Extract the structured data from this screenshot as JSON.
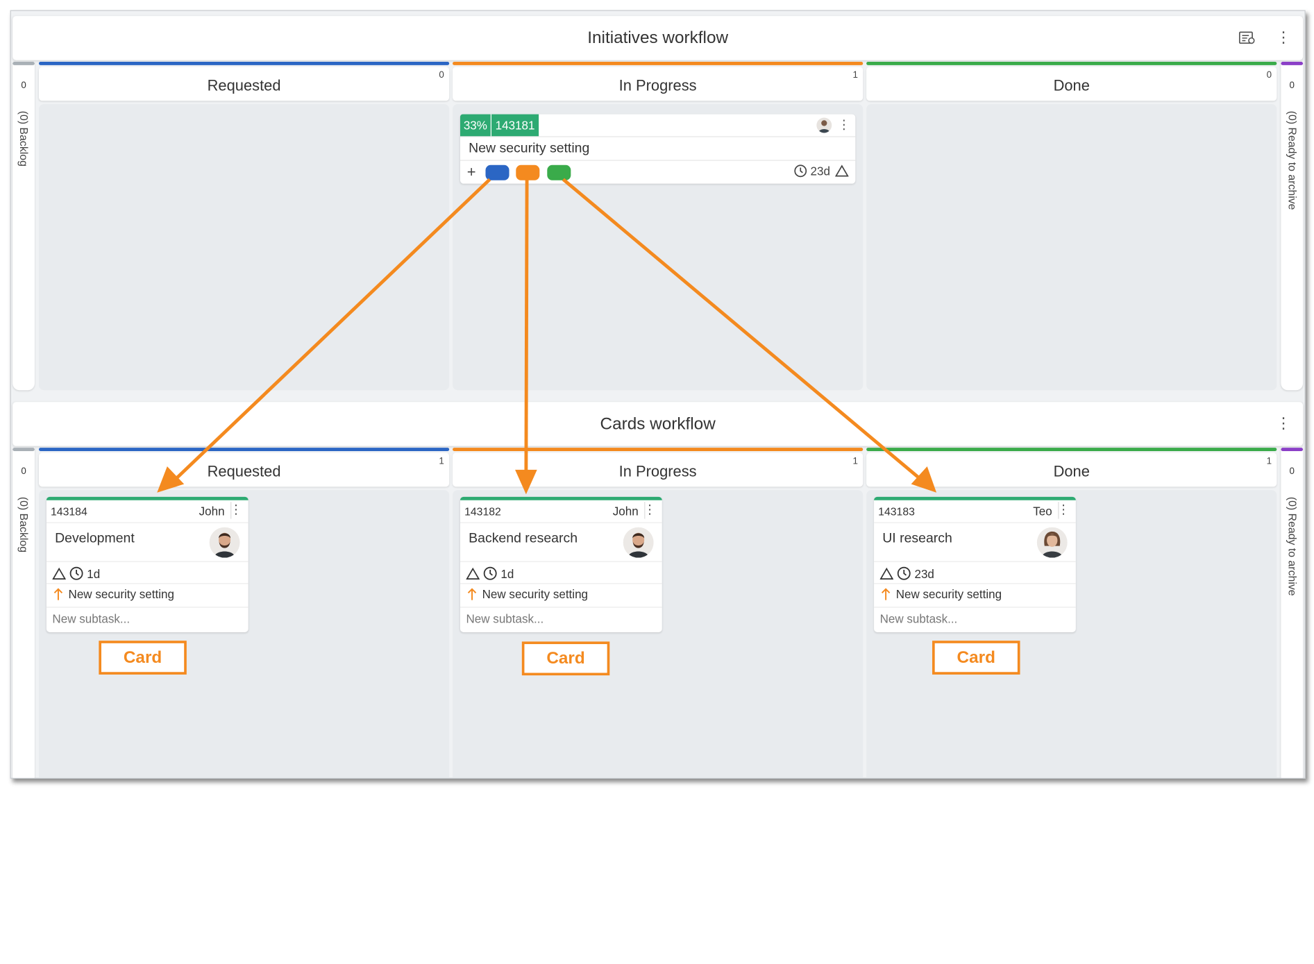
{
  "colors": {
    "blue": "#2b66c4",
    "orange": "#f48a1f",
    "green": "#3aab4a",
    "purple": "#8b3fc7",
    "gray": "#a9b0b6",
    "card_green": "#2daa72"
  },
  "initiatives": {
    "title": "Initiatives workflow",
    "backlog_count": "0",
    "backlog_label": "(0) Backlog",
    "archive_count": "0",
    "archive_label": "(0) Ready to archive",
    "columns": [
      {
        "name": "Requested",
        "count": "0"
      },
      {
        "name": "In Progress",
        "count": "1"
      },
      {
        "name": "Done",
        "count": "0"
      }
    ],
    "card": {
      "progress": "33%",
      "id": "143181",
      "title": "New security setting",
      "plus": "+",
      "time": "23d"
    }
  },
  "cards": {
    "title": "Cards workflow",
    "backlog_count": "0",
    "backlog_label": "(0) Backlog",
    "archive_count": "0",
    "archive_label": "(0) Ready to archive",
    "columns": [
      {
        "name": "Requested",
        "count": "1"
      },
      {
        "name": "In Progress",
        "count": "1"
      },
      {
        "name": "Done",
        "count": "1"
      }
    ],
    "items": [
      {
        "id": "143184",
        "owner": "John",
        "title": "Development",
        "time": "1d",
        "parent": "New security setting",
        "subtask_placeholder": "New subtask..."
      },
      {
        "id": "143182",
        "owner": "John",
        "title": "Backend research",
        "time": "1d",
        "parent": "New security setting",
        "subtask_placeholder": "New subtask..."
      },
      {
        "id": "143183",
        "owner": "Teo",
        "title": "UI research",
        "time": "23d",
        "parent": "New security setting",
        "subtask_placeholder": "New subtask..."
      }
    ]
  },
  "annotations": {
    "card_label": "Card"
  }
}
